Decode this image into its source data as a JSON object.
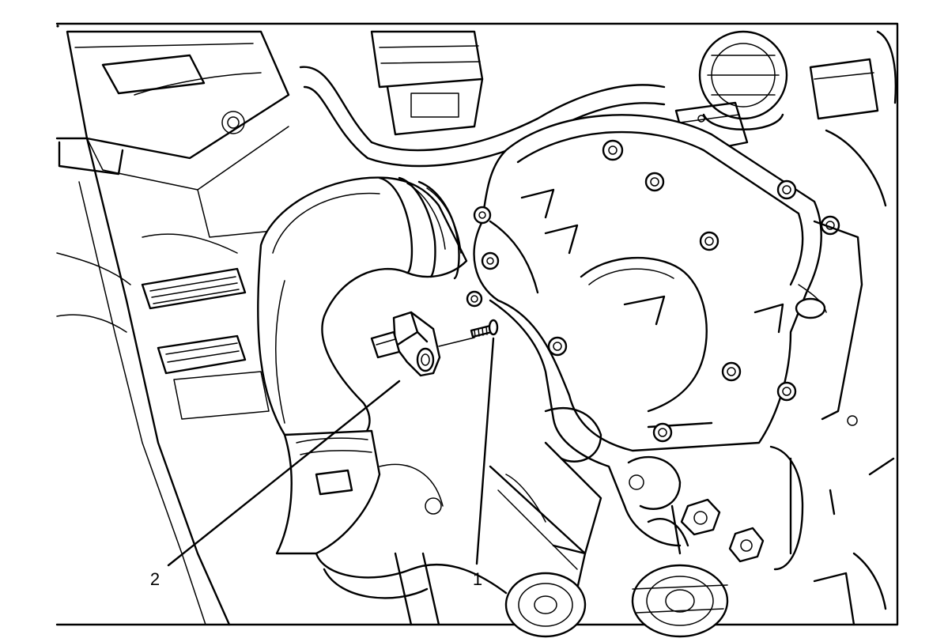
{
  "figure": {
    "callouts": [
      {
        "id": "1",
        "label": "1"
      },
      {
        "id": "2",
        "label": "2"
      }
    ],
    "colors": {
      "ink": "#000000",
      "paper": "#ffffff"
    }
  }
}
